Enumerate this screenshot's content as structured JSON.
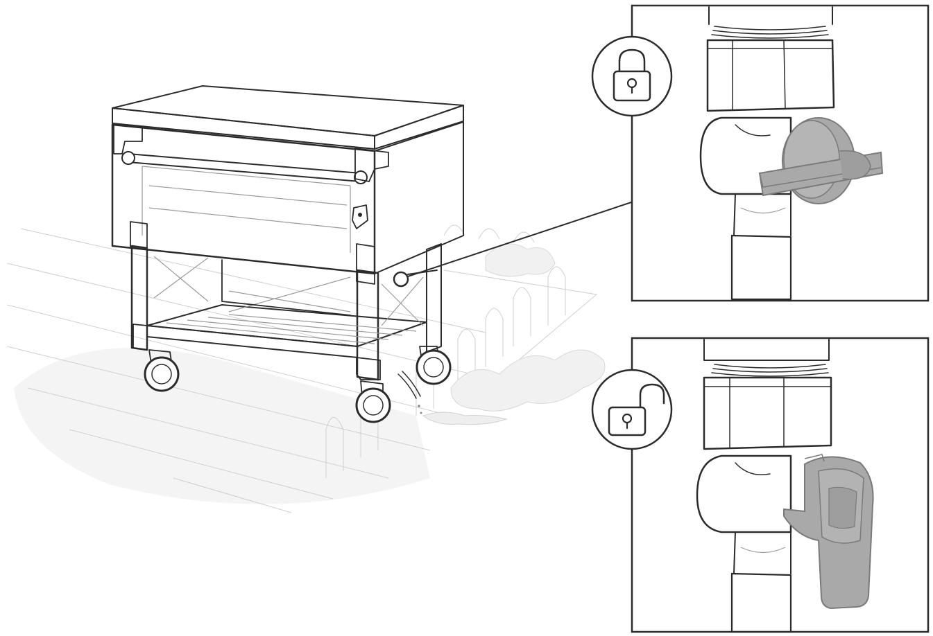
{
  "figure": {
    "caption": "",
    "colors": {
      "outline": "#2b2b2b",
      "handle_fill": "#a9a9a9",
      "handle_stroke": "#7a7a7a",
      "ground": "#f3f3f3",
      "background": "#ffffff"
    },
    "icons": {
      "locked": "padlock-closed-icon",
      "unlocked": "padlock-open-icon"
    },
    "panels": [
      {
        "name": "drain-valve-closed",
        "state": "locked",
        "handle_orientation": "horizontal"
      },
      {
        "name": "drain-valve-open",
        "state": "unlocked",
        "handle_orientation": "vertical"
      }
    ]
  }
}
